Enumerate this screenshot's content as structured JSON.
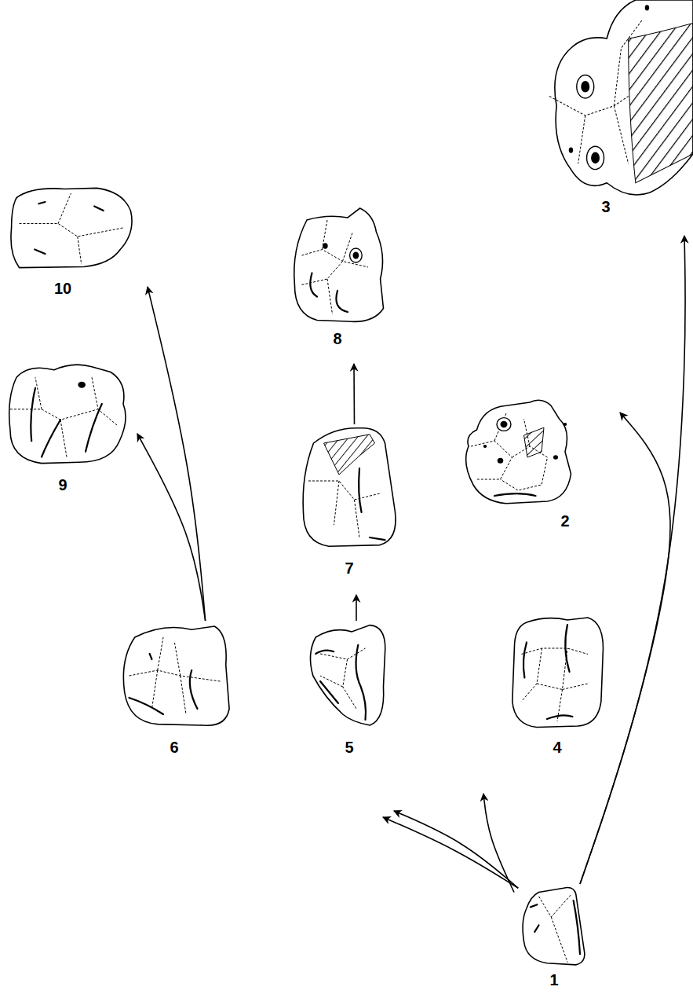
{
  "diagram": {
    "nodes": [
      {
        "text": [
          "1"
        ]
      },
      {
        "text": [
          "2"
        ]
      },
      {
        "text": [
          "3"
        ]
      },
      {
        "text": [
          "4"
        ]
      },
      {
        "text": [
          "5"
        ]
      },
      {
        "text": [
          "6"
        ]
      },
      {
        "text": [
          "7"
        ]
      },
      {
        "text": [
          "8"
        ]
      },
      {
        "text": [
          "9"
        ]
      },
      {
        "text": [
          "10"
        ]
      }
    ],
    "edges": [
      {
        "from": 0,
        "to": 5,
        "arrow": "to"
      },
      {
        "from": 0,
        "to": 4,
        "arrow": "to"
      },
      {
        "from": 0,
        "to": 3,
        "arrow": "to"
      },
      {
        "from": 0,
        "to": 1,
        "arrow": "to"
      },
      {
        "from": 0,
        "to": 2,
        "arrow": "to"
      },
      {
        "from": 4,
        "to": 6,
        "arrow": "to"
      },
      {
        "from": 6,
        "to": 7,
        "arrow": "to"
      },
      {
        "from": 5,
        "to": 8,
        "arrow": "to"
      },
      {
        "from": 5,
        "to": 9,
        "arrow": "to"
      }
    ]
  }
}
